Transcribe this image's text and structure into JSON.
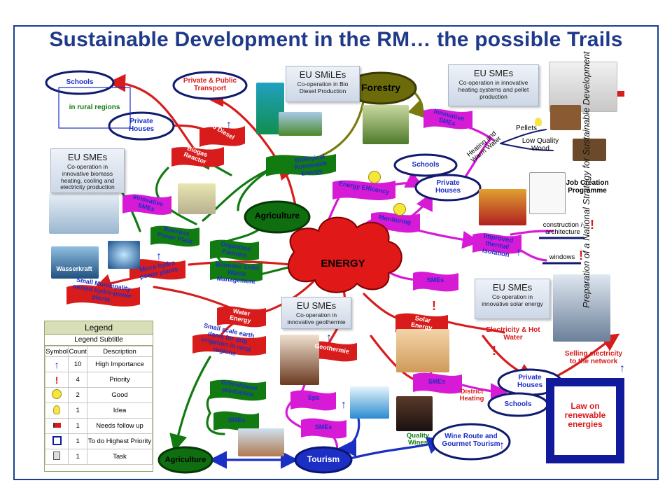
{
  "title": "Sustainable Development in the RM… the possible Trails",
  "side_note": "Preparation of a National Strategy for Sustainable Development",
  "colors": {
    "title": "#1f3a8a",
    "frame": "#1a3f8f",
    "navy": "#101a6e",
    "green": "#117a11",
    "red": "#d81c1c",
    "magenta": "#d61ad6",
    "olive": "#7a7a10",
    "blue": "#1c2fc4"
  },
  "center": "ENERGY",
  "nodes": {
    "forestry": "Forestry",
    "agriculture_top": "Agriculture",
    "agriculture_bottom": "Agriculture",
    "tourism": "Tourism",
    "schools_top": "Schools",
    "in_rural_regions": "in rural regions",
    "private_houses_left": "Private Houses",
    "transport": "Private & Public Transport",
    "schools_right": "Schools",
    "private_houses_right": "Private Houses",
    "private_houses_br": "Private Houses",
    "schools_br": "Schools",
    "wine_route": "Wine Route and Gourmet Tourism",
    "law": "Law on renewable energies"
  },
  "boxes": {
    "smiles": {
      "heading": "EU SMiLEs",
      "desc": "Co-operation in Bio Diesel Production"
    },
    "smes_heating": {
      "heading": "EU SMEs",
      "desc": "Co-operation in innovative heating systems and pellet production"
    },
    "smes_biomass": {
      "heading": "EU SMEs",
      "desc": "Co-operation in innovative biomass heating, cooling and electricity production"
    },
    "smes_geo": {
      "heading": "EU SMEs",
      "desc": "Co-operation in innovative geothermie"
    },
    "smes_solar": {
      "heading": "EU SMEs",
      "desc": "Co-operation in innovative solar energy"
    }
  },
  "branch_labels": {
    "bio_diesel": "Bio Diesel",
    "biogas": "Biogas Reactor",
    "biological": "Biological Renewable Energy",
    "innovative_smes_top": "Innovative SMEs",
    "innovative_smes_left": "Innovative SMEs",
    "heating": "Heating and Warm Water",
    "pellets": "Pellets",
    "low_quality_wood": "Low Quality Wood",
    "job_creation": "Job Creation Programme",
    "energy_efficency": "Energy Efficency",
    "monitoring": "Monitoring",
    "improved_thermal": "Improved thermal isolation",
    "construction": "construction / architecture",
    "windows": "windows",
    "smes_mid": "SMEs",
    "biomass_power": "Biomass Power Plant",
    "organized_farmers": "Organized Farmers",
    "solid_waste": "Biomass Solid Waste Management",
    "micro_hydro": "Micro hydro power plants",
    "small_municipality": "Small Municipality owned hydro-power plants",
    "water_energy": "Water Energy",
    "earth_dams": "Small scale earth dams for drip irrigation in rural regions",
    "geothermie": "Geothermie",
    "solar_energy": "Solar Energy",
    "electricity_hot_water": "Electricity & Hot Water",
    "selling": "Selling electricity to the network",
    "greenhouse": "Greenhouse production",
    "spa": "Spa",
    "smes_green": "SMEs",
    "smes_spa": "SMEs",
    "smes_solar_branch": "SMEs",
    "district_heating": "District Heating",
    "quality_wines": "Quality Wines",
    "wasserkraft": "Wasserkraft"
  },
  "legend": {
    "title": "Legend",
    "subtitle": "Legend Subtitle",
    "columns": [
      "Symbol",
      "Count",
      "Description"
    ],
    "rows": [
      {
        "icon": "high-importance-arrow-icon",
        "count": "10",
        "description": "High Importance"
      },
      {
        "icon": "priority-exclamation-icon",
        "count": "4",
        "description": "Priority"
      },
      {
        "icon": "smiley-icon",
        "count": "2",
        "description": "Good"
      },
      {
        "icon": "lightbulb-icon",
        "count": "1",
        "description": "Idea"
      },
      {
        "icon": "red-flag-icon",
        "count": "1",
        "description": "Needs follow up"
      },
      {
        "icon": "checkbox-icon",
        "count": "1",
        "description": "To do Highest Priority"
      },
      {
        "icon": "task-clipboard-icon",
        "count": "1",
        "description": "Task"
      }
    ]
  },
  "markers": {
    "exclamation": "!",
    "arrow": "↑"
  }
}
